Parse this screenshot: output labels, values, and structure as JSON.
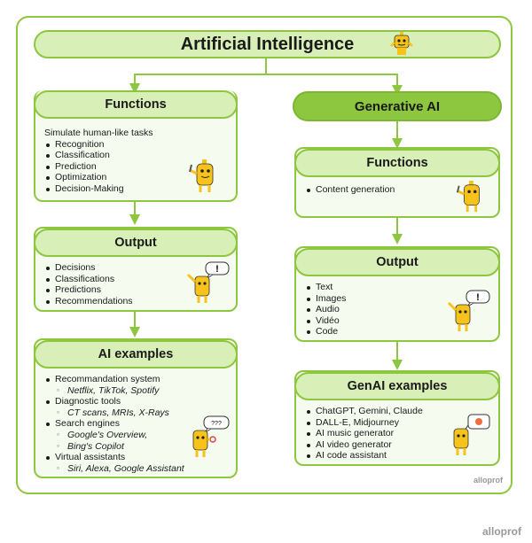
{
  "title": "Artificial Intelligence",
  "left": {
    "functions": {
      "heading": "Functions",
      "intro": "Simulate human-like tasks",
      "items": [
        "Recognition",
        "Classification",
        "Prediction",
        "Optimization",
        "Decision-Making"
      ]
    },
    "output": {
      "heading": "Output",
      "items": [
        "Decisions",
        "Classifications",
        "Predictions",
        "Recommendations"
      ]
    },
    "examples": {
      "heading": "AI examples",
      "items": [
        {
          "label": "Recommandation system",
          "sub": [
            "Netflix, TikTok, Spotify"
          ]
        },
        {
          "label": "Diagnostic tools",
          "sub": [
            "CT scans, MRIs, X-Rays"
          ]
        },
        {
          "label": "Search engines",
          "sub": [
            "Google's Overview,",
            "Bing's Copilot"
          ]
        },
        {
          "label": "Virtual assistants",
          "sub": [
            "Siri, Alexa, Google Assistant"
          ]
        }
      ]
    }
  },
  "right": {
    "header": "Generative AI",
    "functions": {
      "heading": "Functions",
      "items": [
        "Content generation"
      ]
    },
    "output": {
      "heading": "Output",
      "items": [
        "Text",
        "Images",
        "Audio",
        "Vidéo",
        "Code"
      ]
    },
    "examples": {
      "heading": "GenAI examples",
      "items": [
        "ChatGPT, Gemini, Claude",
        "DALL-E, Midjourney",
        "AI music generator",
        "AI video generator",
        "AI code assistant"
      ]
    }
  },
  "bubbles": {
    "exclaim": "!",
    "dots": "???"
  },
  "logo": "alloprof",
  "colors": {
    "green": "#8dc63f",
    "light_green": "#d8f0b8",
    "mascot": "#f7c21a"
  }
}
